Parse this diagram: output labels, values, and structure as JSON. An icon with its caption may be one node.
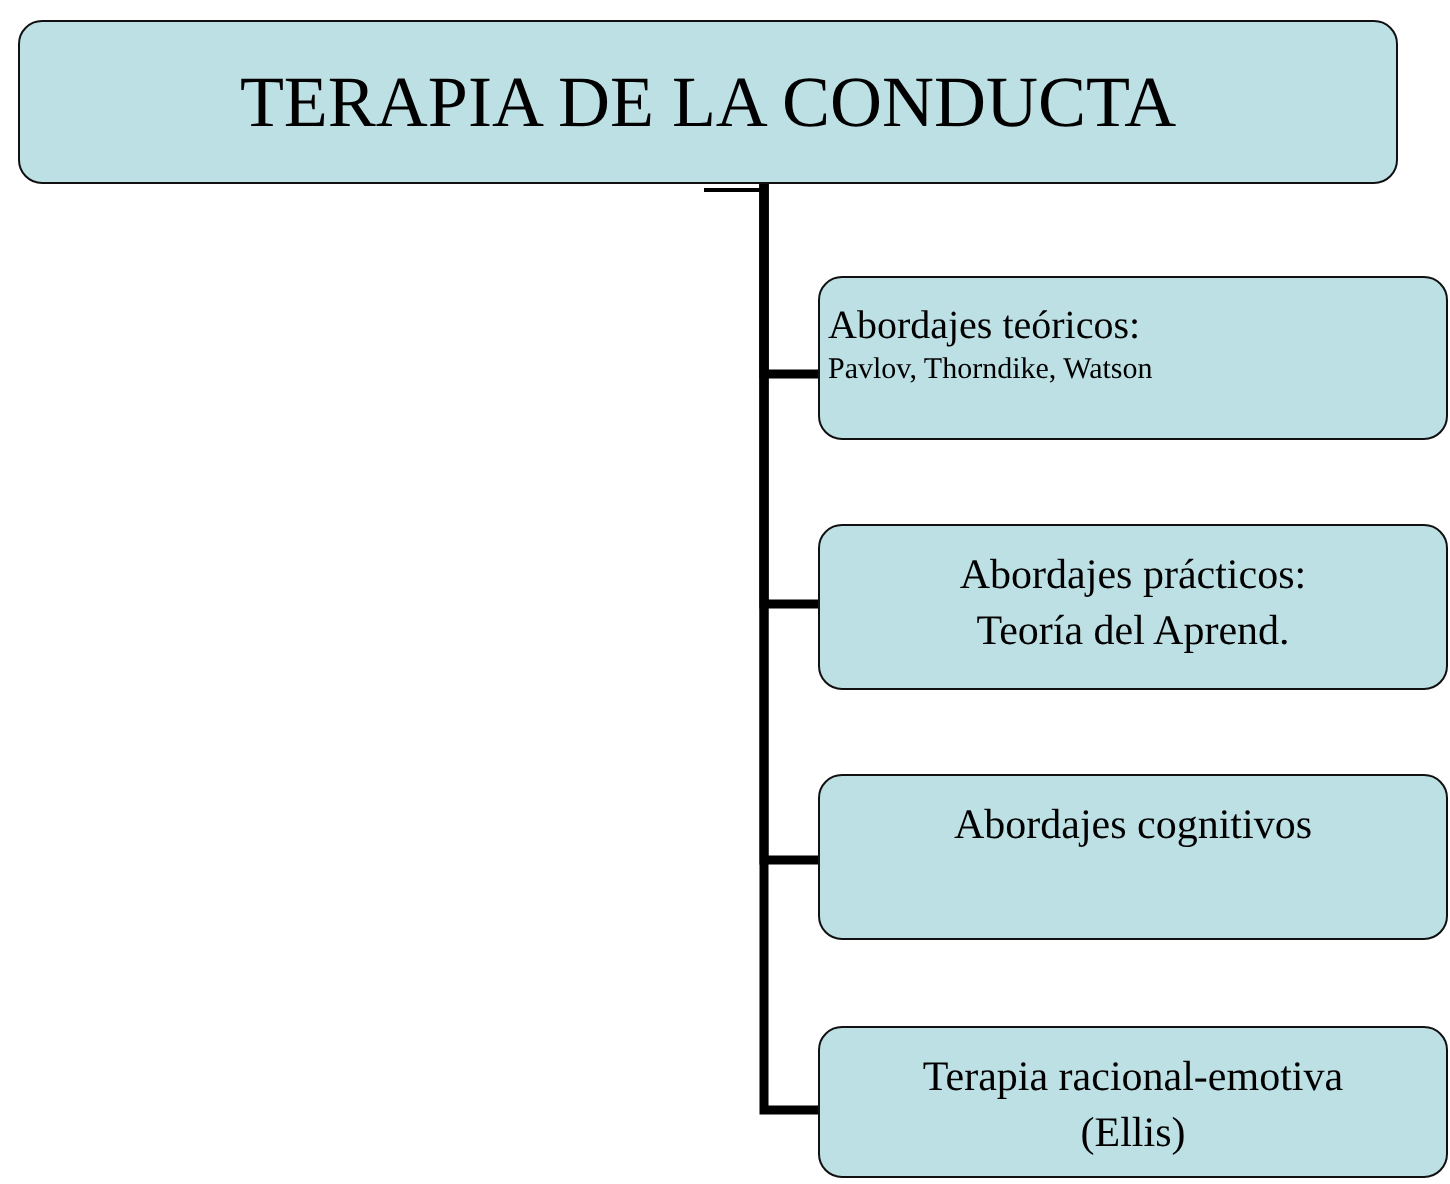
{
  "diagram": {
    "nodes": [
      {
        "text": [
          "TERAPIA DE LA CONDUCTA"
        ]
      },
      {
        "text": [
          "Abordajes teóricos:",
          "Pavlov, Thorndike, Watson"
        ]
      },
      {
        "text": [
          "Abordajes prácticos: Teoría del Aprend."
        ]
      },
      {
        "text": [
          "Abordajes cognitivos"
        ]
      },
      {
        "text": [
          "Terapia racional-emotiva (Ellis)"
        ]
      }
    ],
    "edges": [
      {
        "from": 0,
        "to": 1,
        "arrow": "none"
      },
      {
        "from": 0,
        "to": 2,
        "arrow": "none"
      },
      {
        "from": 0,
        "to": 3,
        "arrow": "none"
      },
      {
        "from": 0,
        "to": 4,
        "arrow": "none"
      }
    ]
  }
}
